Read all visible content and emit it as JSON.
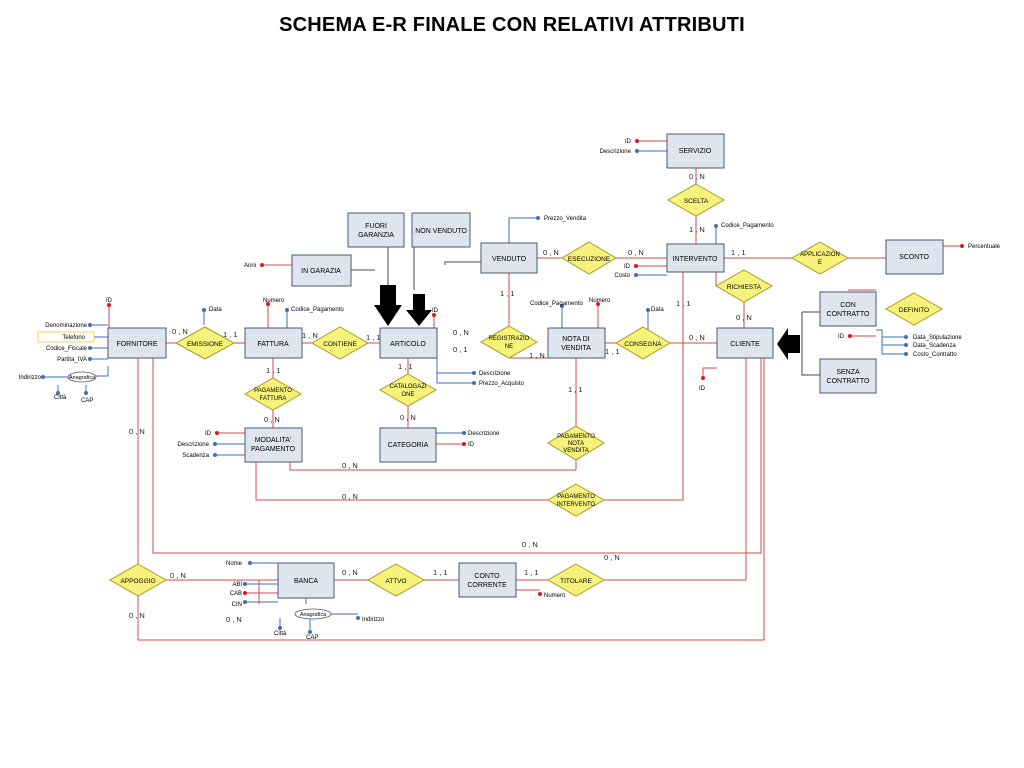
{
  "title": "SCHEMA E-R FINALE CON RELATIVI ATTRIBUTI",
  "colors": {
    "entity_fill": "#dfe5ee",
    "relation_fill": "#f6f27b",
    "link_red": "#d44a4a",
    "attr_blue": "#3f6fb8",
    "attr_red": "#e0161b"
  },
  "entities": {
    "fornitore": "FORNITORE",
    "fattura": "FATTURA",
    "articolo": "ARTICOLO",
    "fuori_garanzia": "FUORI GARANZIA",
    "non_venduto": "NON VENDUTO",
    "in_garanzia": "IN GARAZIA",
    "venduto": "VENDUTO",
    "nota_vendita": "NOTA DI VENDITA",
    "intervento": "INTERVENTO",
    "servizio": "SERVIZIO",
    "sconto": "SCONTO",
    "con_contratto": "CON CONTRATTO",
    "senza_contratto": "SENZA CONTRATTO",
    "cliente": "CLIENTE",
    "modalita_pagamento": "MODALITA' PAGAMENTO",
    "categoria": "CATEGORIA",
    "banca": "BANCA",
    "conto_corrente": "CONTO CORRENTE"
  },
  "relations": {
    "emissione": "EMISSIONE",
    "contiene": "CONTIENE",
    "esecuzione": "ESECUZIONE",
    "scelta": "SCELTA",
    "applicazione": "APPLICAZION E",
    "richiesta": "RICHIESTA",
    "definito": "DEFINITO",
    "registrazione": "REGISTRAZIO NE",
    "consegna": "CONSEGNA",
    "pagamento_fattura": "PAGAMENTO FATTURA",
    "catalogazione": "CATALOGAZI ONE",
    "pagamento_nota": "PAGAMENTO NOTA VENDITA",
    "pagamento_intervento": "PAGAMENTO INTERVENTO",
    "appoggio": "APPOGGIO",
    "attivo": "ATTVO",
    "titolare": "TITOLARE"
  },
  "attributes": {
    "forn_id": "ID",
    "denominazione": "Denominazione",
    "telefono": "Telefono",
    "codice_fiscale": "Codice_Fiscale",
    "partita_iva": "Partita_IVA",
    "indirizzo": "Indirizzo",
    "anagrafica": "Anagrafica",
    "citta": "Città",
    "cap": "CAP",
    "emis_data": "Data",
    "fatt_numero": "Numero",
    "fatt_codice_pagamento": "Codice_Pagamento",
    "anni": "Anni",
    "art_id": "ID",
    "art_descrizione": "Descrizione",
    "prezzo_acquisto": "Prezzo_Acquisto",
    "prezzo_vendita": "Prezzo_Vendita",
    "nota_codice_pagamento": "Codice_Pagamento",
    "nota_numero": "Numero",
    "cons_data": "Data",
    "serv_id": "ID",
    "serv_descrizione": "Descrizione",
    "int_codice_pagamento": "Codice_Pagamento",
    "int_id": "ID",
    "costo": "Costo",
    "percentuale": "Percentuale",
    "cc_id": "ID",
    "data_stipulazione": "Data_Stipulazione",
    "data_scadenza": "Data_Scadenza",
    "costo_contratto": "Costo_Contratto",
    "cli_id": "ID",
    "mod_id": "ID",
    "mod_descrizione": "Descrizione",
    "mod_scadenza": "Scadenza",
    "cat_descrizione": "Descrizione",
    "cat_id": "ID",
    "nome": "Nome",
    "abi": "ABI",
    "cab": "CAB",
    "cin": "CIN",
    "banca_anagrafica": "Anagrafica",
    "banca_indirizzo": "Indirizzo",
    "banca_citta": "Città",
    "banca_cap": "CAP",
    "conto_numero": "Numero"
  },
  "cardinalities": {
    "forn_emis": "0 , N",
    "emis_fatt": "1 , 1",
    "fatt_cont": "1 , N",
    "cont_art": "1 , 1",
    "art_ven_0n": "0 , N",
    "art_ven_01": "0 , 1",
    "ven_esec": "0 , N",
    "esec_int": "0 , N",
    "serv_scelta": "0 , N",
    "scelta_int": "1 , N",
    "int_appl": "1 , 1",
    "ven_reg": "1 , 1",
    "reg_nota": "1 , N",
    "nota_cons": "1 , 1",
    "cons_cli": "0 , N",
    "int_rich": "1 , 1",
    "rich_cli": "0 , N",
    "fatt_pf": "1 , 1",
    "pf_mod": "0 , N",
    "art_cat": "1 , 1",
    "cat_card": "0 , N",
    "nota_pnv": "1 , 1",
    "mod_pnv": "0 , N",
    "mod_pi": "0 , N",
    "forn_down": "0 , N",
    "titolare_top": "0 , N",
    "titolare_right": "0 , N",
    "appoggio_banca": "0 , N",
    "banca_attivo": "0 , N",
    "attivo_cc": "1 , 1",
    "cc_titolare": "1 , 1",
    "appoggio_down": "0 , N",
    "banca_bottom": "0 , N"
  }
}
